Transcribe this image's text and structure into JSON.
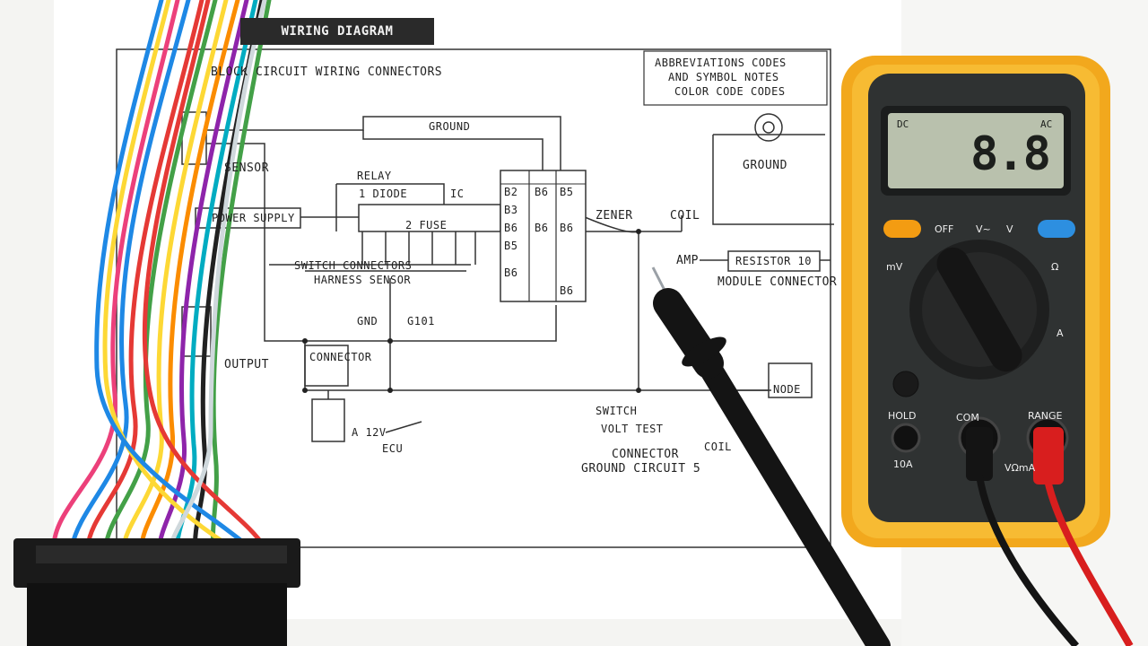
{
  "diagram": {
    "title_tag": "WIRING DIAGRAM",
    "header_line": "BLOCK CIRCUIT WIRING CONNECTORS",
    "legend_box": [
      "ABBREVIATIONS CODES",
      "AND SYMBOL NOTES",
      "COLOR CODE CODES"
    ],
    "labels": {
      "top_block": "GROUND",
      "left_box": "POWER SUPPLY",
      "module_top": "1 DIODE",
      "module_left": "RELAY",
      "module_mid": "2 FUSE",
      "switch_row": "SWITCH CONNECTORS",
      "switch_row2": "HARNESS SENSOR",
      "sensor_label": "SENSOR",
      "connector_a": "CONNECTOR",
      "output_label": "OUTPUT",
      "ground_label": "GROUND",
      "mid_right_a": "ZENER",
      "mid_right_b": "COIL",
      "amp_label": "AMP",
      "amp_box": "RESISTOR 10",
      "circuit_label": "MODULE CONNECTOR",
      "lower_a": "SWITCH",
      "lower_b": "VOLT TEST",
      "lower_c": "CONNECTOR",
      "lower_d": "GROUND CIRCUIT 5",
      "lower_e": "A 12V",
      "lower_f": "COIL",
      "lower_g": "ECU",
      "ground_small": "GND",
      "ground_code": "G101",
      "ic_block": "IC",
      "bottom_mark": "NODE"
    },
    "pin_table": [
      "B2",
      "B3",
      "B6",
      "B5",
      "B6",
      "B6",
      "B6",
      "B5",
      "B6",
      "B6"
    ]
  },
  "multimeter": {
    "display": "8.8",
    "lcd_top_left": "DC",
    "lcd_top_right": "AC",
    "dial_labels": [
      "OFF",
      "V~",
      "V",
      "mV",
      "Ω",
      "A"
    ],
    "buttons": [
      "HOLD",
      "RANGE"
    ],
    "jacks": [
      "10A",
      "COM",
      "VΩmA"
    ],
    "body_color": "#f2a81d",
    "face_color": "#2f3232",
    "lcd_color": "#b9c1ad"
  },
  "probe_colors": {
    "black": "#141414",
    "red": "#d81e1e"
  },
  "wire_colors": [
    "#e53935",
    "#1e88e5",
    "#43a047",
    "#fdd835",
    "#fb8c00",
    "#8e24aa",
    "#00acc1",
    "#212121",
    "#ffffff",
    "#ec407a"
  ]
}
